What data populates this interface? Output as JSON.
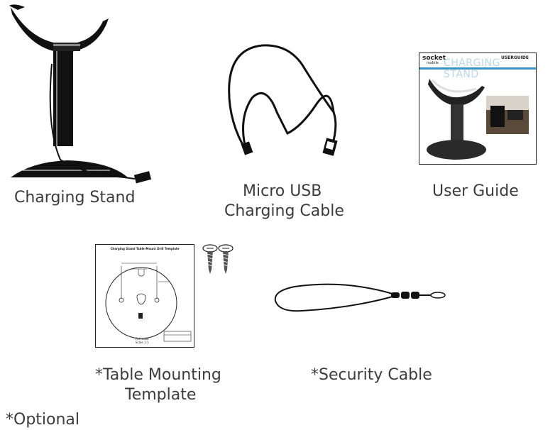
{
  "items": {
    "charging_stand": {
      "label": "Charging Stand"
    },
    "micro_usb": {
      "label_line1": "Micro USB",
      "label_line2": "Charging Cable"
    },
    "user_guide": {
      "label": "User Guide",
      "cover_brand": "socket",
      "cover_brand_sub": "mobile",
      "cover_tag": "USERGUIDE",
      "cover_title": "CHARGING STAND"
    },
    "template": {
      "label_line1": "*Table Mounting",
      "label_line2": "Template",
      "sheet_title": "Charging Stand Table-Mount Drill Template",
      "sheet_note_left": "Full scale",
      "sheet_note_right": "Scale 1:1"
    },
    "security_cable": {
      "label": "*Security Cable"
    }
  },
  "footnote": "*Optional"
}
